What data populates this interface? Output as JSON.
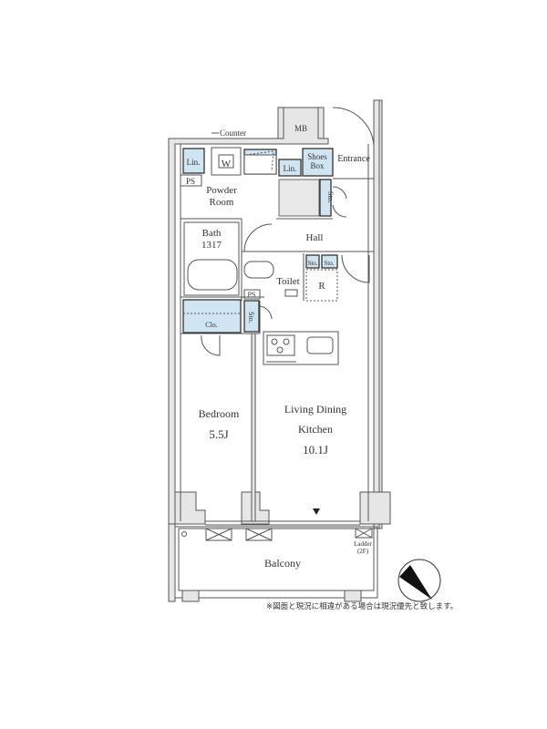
{
  "plan": {
    "labels": {
      "counter": "Counter",
      "mb": "MB",
      "lin1": "Lin.",
      "w": "W",
      "lin2": "Lin.",
      "shoes_box_1": "Shoes",
      "shoes_box_2": "Box",
      "entrance": "Entrance",
      "ps1": "PS",
      "powder_1": "Powder",
      "powder_2": "Room",
      "sto1": "Sto.",
      "bath": "Bath",
      "bath_size": "1317",
      "hall": "Hall",
      "sto2": "Sto.",
      "sto3": "Sto.",
      "toilet": "Toilet",
      "r": "R",
      "ps2": "PS",
      "clo": "Clo.",
      "sto4": "Sto.",
      "bedroom": "Bedroom",
      "bedroom_size": "5.5J",
      "ldk_1": "Living Dining",
      "ldk_2": "Kitchen",
      "ldk_size": "10.1J",
      "balcony": "Balcony",
      "ladder": "Ladder",
      "ladder_floor": "(2F)"
    },
    "note": "※図面と現況に相違がある場合は現況優先と致します。",
    "colors": {
      "storage": "#cfe6f2",
      "wall": "#e6e6e6"
    }
  }
}
